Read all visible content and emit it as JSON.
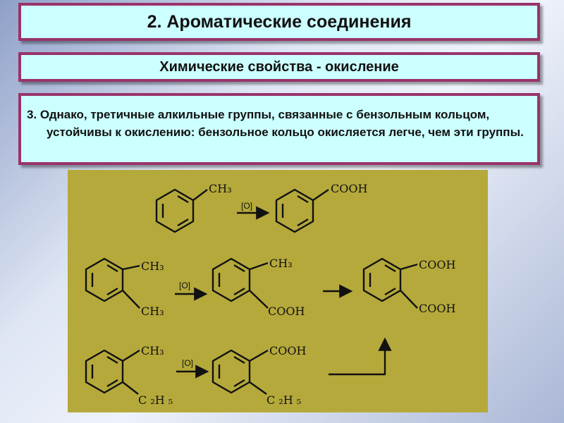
{
  "title": "2. Ароматические соединения",
  "subtitle": "Химические свойства - окисление",
  "paragraph": "3. Однако, третичные алкильные группы, связанные с бензольным кольцом, устойчивы к окислению: бензольное кольцо окисляется легче, чем эти группы.",
  "diagram": {
    "ch3": "CH₃",
    "cooh": "COOH",
    "c2h5": "C ₂H ₅",
    "oxidant": "[O]"
  },
  "colors": {
    "box_fill": "#ccffff",
    "box_border": "#99336b",
    "diagram_bg": "#b5a93b"
  }
}
